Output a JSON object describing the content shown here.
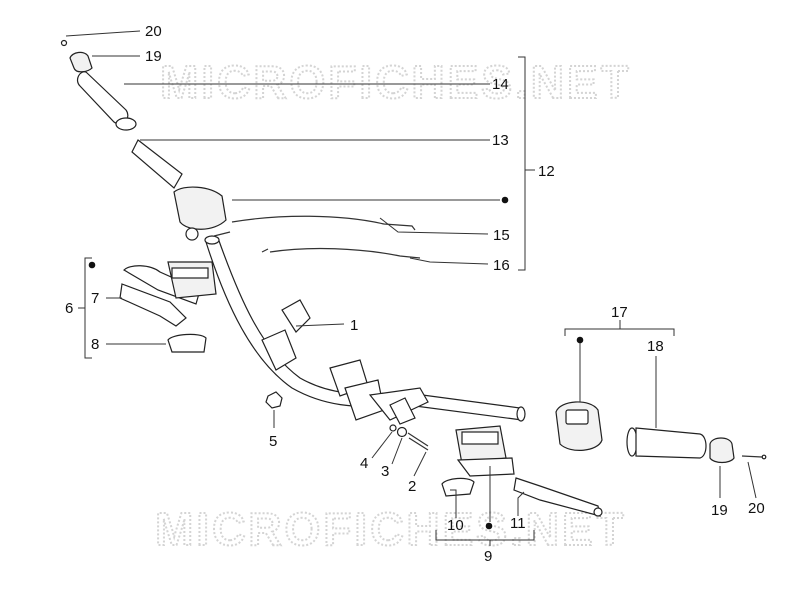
{
  "watermarks": [
    "MICROFICHES.NET",
    "MICROFICHES.NET"
  ],
  "callouts": [
    "20",
    "19",
    "14",
    "13",
    "12",
    "15",
    "16",
    "1",
    "6",
    "7",
    "8",
    "5",
    "4",
    "3",
    "2",
    "10",
    "11",
    "9",
    "17",
    "18",
    "19",
    "20"
  ],
  "colors": {
    "line": "#222222",
    "text": "#111111",
    "watermark": "#d4d4d4"
  }
}
